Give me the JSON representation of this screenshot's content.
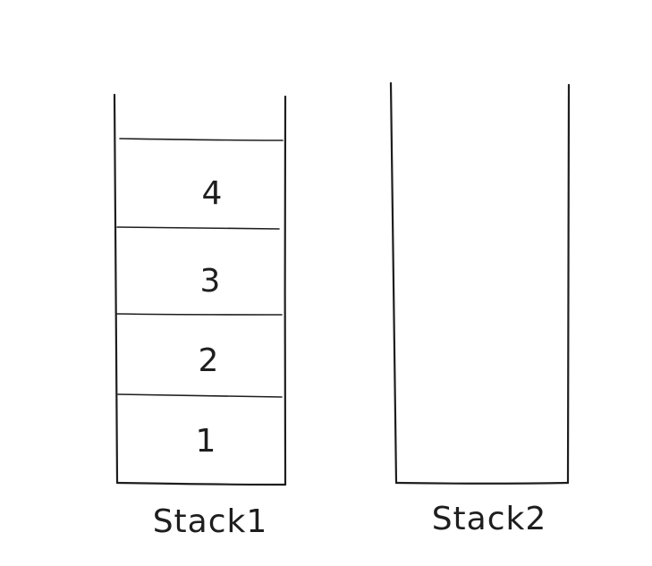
{
  "stacks": [
    {
      "label": "Stack1",
      "items": [
        "4",
        "3",
        "2",
        "1"
      ]
    },
    {
      "label": "Stack2",
      "items": []
    }
  ]
}
